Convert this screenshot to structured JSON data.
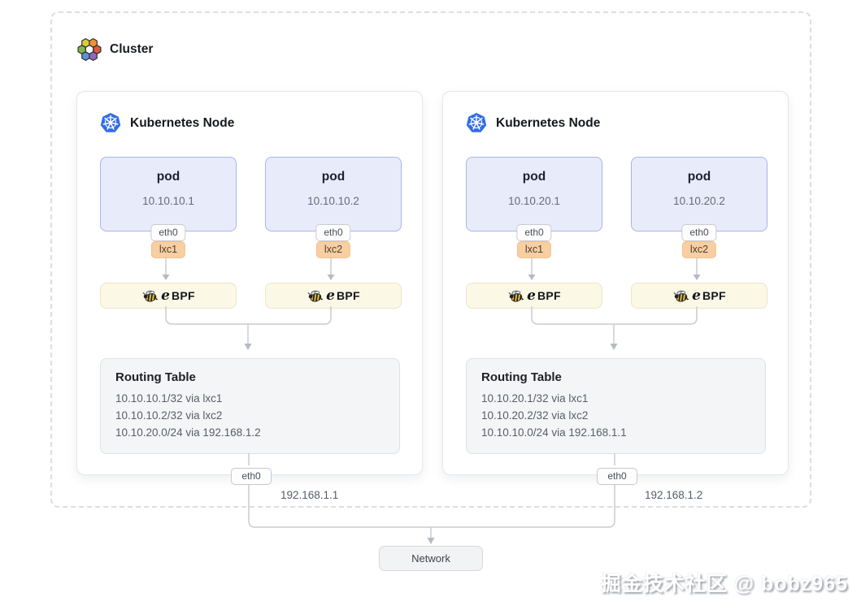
{
  "cluster": {
    "label": "Cluster",
    "icon": "hexagon-cluster"
  },
  "nodes": [
    {
      "title": "Kubernetes Node",
      "icon": "kubernetes-wheel",
      "pods": [
        {
          "title": "pod",
          "ip": "10.10.10.1",
          "iface": "eth0",
          "lxc": "lxc1"
        },
        {
          "title": "pod",
          "ip": "10.10.10.2",
          "iface": "eth0",
          "lxc": "lxc2"
        }
      ],
      "routing": {
        "title": "Routing Table",
        "entries": [
          "10.10.10.1/32 via lxc1",
          "10.10.10.2/32 via lxc2",
          "10.10.20.0/24 via 192.168.1.2"
        ]
      },
      "eth": "eth0",
      "node_ip": "192.168.1.1"
    },
    {
      "title": "Kubernetes Node",
      "icon": "kubernetes-wheel",
      "pods": [
        {
          "title": "pod",
          "ip": "10.10.20.1",
          "iface": "eth0",
          "lxc": "lxc1"
        },
        {
          "title": "pod",
          "ip": "10.10.20.2",
          "iface": "eth0",
          "lxc": "lxc2"
        }
      ],
      "routing": {
        "title": "Routing Table",
        "entries": [
          "10.10.20.1/32 via lxc1",
          "10.10.20.2/32 via lxc2",
          "10.10.10.0/24 via 192.168.1.1"
        ]
      },
      "eth": "eth0",
      "node_ip": "192.168.1.2"
    }
  ],
  "ebpf": {
    "icon": "bee",
    "e": "e",
    "bpf": "BPF"
  },
  "network": {
    "label": "Network"
  },
  "watermark": {
    "text": "掘金技术社区 @ bobz965"
  },
  "colors": {
    "pod_fill": "#e8ecfa",
    "pod_border": "#a9b4ea",
    "lxc_fill": "#f8cfa2",
    "ebpf_fill": "#fcf8e6",
    "routing_fill": "#f4f5f7",
    "connector_line": "#c9ccd3",
    "kubernetes_blue": "#326ce5"
  }
}
